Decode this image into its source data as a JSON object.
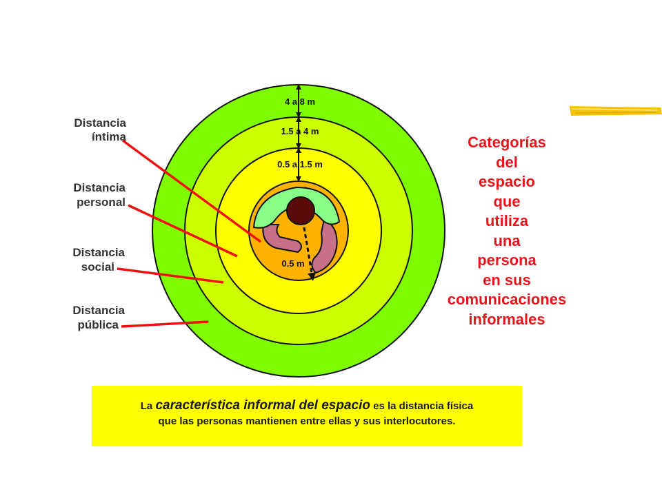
{
  "distance_labels": [
    {
      "line1": "Distancia",
      "line2": "íntima"
    },
    {
      "line1": "Distancia",
      "line2": "personal"
    },
    {
      "line1": "Distancia",
      "line2": "social"
    },
    {
      "line1": "Distancia",
      "line2": "pública"
    }
  ],
  "ring_measures": {
    "outer": "4 a 8 m",
    "second": "1.5 a 4 m",
    "third": "0.5 a 1.5 m",
    "inner": "0.5 m"
  },
  "title_lines": [
    "Categorías",
    "del",
    "espacio",
    "que",
    "utiliza",
    "una",
    "persona",
    "en sus",
    "comunicaciones",
    "informales"
  ],
  "caption": {
    "prefix": "La ",
    "emphasis": "característica informal del espacio",
    "rest_line1": " es la distancia física",
    "line2": "que las personas mantienen entre ellas y sus interlocutores."
  },
  "colors": {
    "ring_outer": "#7ffc00",
    "ring_second": "#ccff00",
    "ring_third": "#ffff00",
    "ring_inner": "#ffb300",
    "pointer": "#ee1111",
    "title": "#e8141b",
    "caption_bg": "#ffff00",
    "shirt": "#88ff88",
    "arm": "#c8708a",
    "head": "#5a0c0c"
  }
}
